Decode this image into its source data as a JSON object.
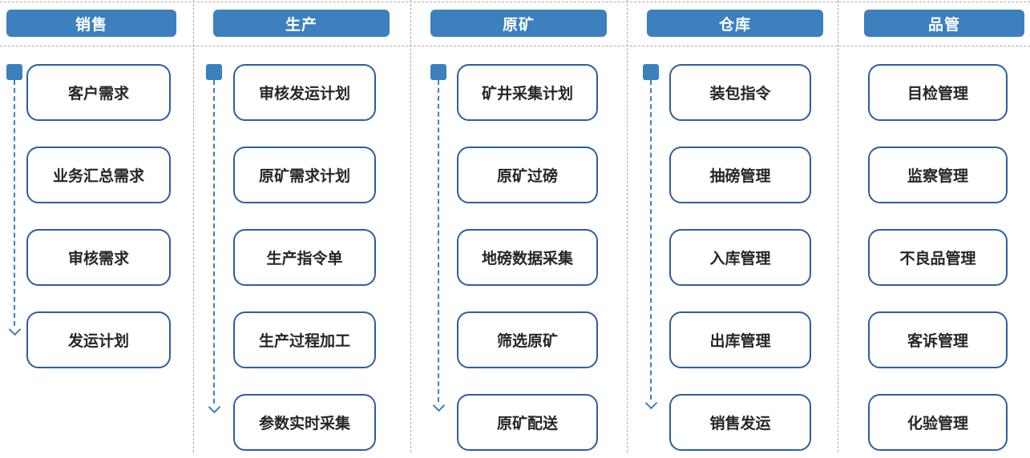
{
  "colors": {
    "accent": "#3C80BE",
    "boxBorder": "#2E5E9E",
    "text": "#262626",
    "headerText": "#FFFFFF",
    "separator": "#ABABAB"
  },
  "columns": [
    {
      "header": "销售",
      "has_flow_arrow": true,
      "items": [
        "客户需求",
        "业务汇总需求",
        "审核需求",
        "发运计划"
      ]
    },
    {
      "header": "生产",
      "has_flow_arrow": true,
      "items": [
        "审核发运计划",
        "原矿需求计划",
        "生产指令单",
        "生产过程加工",
        "参数实时采集"
      ]
    },
    {
      "header": "原矿",
      "has_flow_arrow": true,
      "items": [
        "矿井采集计划",
        "原矿过磅",
        "地磅数据采集",
        "筛选原矿",
        "原矿配送"
      ]
    },
    {
      "header": "仓库",
      "has_flow_arrow": true,
      "items": [
        "装包指令",
        "抽磅管理",
        "入库管理",
        "出库管理",
        "销售发运"
      ]
    },
    {
      "header": "品管",
      "has_flow_arrow": false,
      "items": [
        "目检管理",
        "监察管理",
        "不良品管理",
        "客诉管理",
        "化验管理"
      ]
    }
  ]
}
